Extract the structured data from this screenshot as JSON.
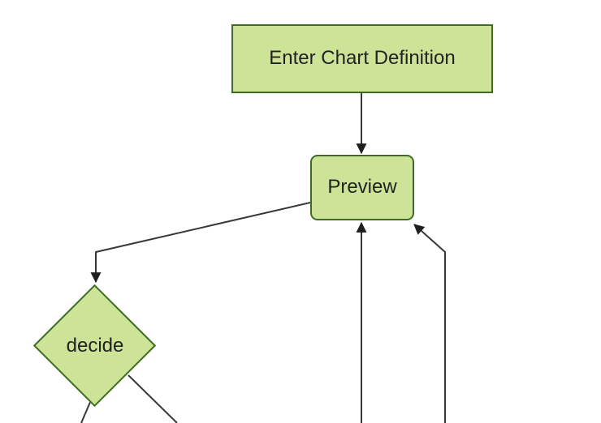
{
  "diagram": {
    "kind": "flowchart",
    "nodes": {
      "a": {
        "label": "Enter Chart Definition",
        "shape": "rectangle"
      },
      "b": {
        "label": "Preview",
        "shape": "rounded-rectangle"
      },
      "c": {
        "label": "decide",
        "shape": "diamond"
      }
    },
    "edges": [
      {
        "from": "Enter Chart Definition",
        "to": "Preview",
        "arrowhead": true
      },
      {
        "from": "Preview",
        "to": "decide",
        "arrowhead": true
      },
      {
        "from": "decide",
        "to": "off-screen bottom-left",
        "arrowhead": false
      },
      {
        "from": "decide",
        "to": "off-screen bottom-right",
        "arrowhead": false
      },
      {
        "from": "off-screen bottom",
        "to": "Preview (bottom center)",
        "arrowhead": true
      },
      {
        "from": "off-screen bottom",
        "to": "Preview (bottom right corner)",
        "arrowhead": true
      }
    ]
  },
  "colors": {
    "node_fill": "#cde498",
    "node_border": "#3f6c24",
    "edge_line": "#383838",
    "arrowhead": "#1f1f1f",
    "label_text": "#222222",
    "canvas_background": "#ffffff"
  }
}
